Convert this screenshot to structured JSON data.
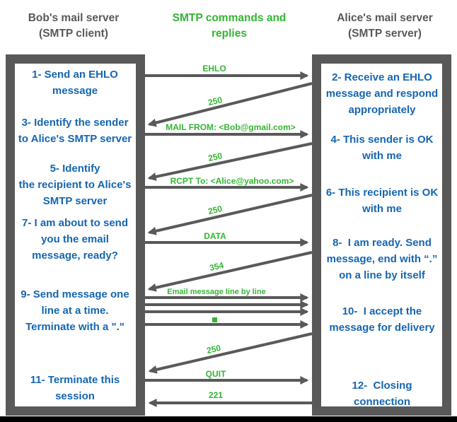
{
  "column_headers": {
    "client": [
      "Bob's mail server",
      "(SMTP client)"
    ],
    "middle": [
      "SMTP commands and",
      "replies"
    ],
    "server": [
      "Alice's mail server",
      "(SMTP server)"
    ]
  },
  "client_steps": [
    [
      "1- Send an EHLO",
      "message"
    ],
    [
      "3- Identify the sender",
      "to Alice's SMTP server"
    ],
    [
      "5- Identify",
      "the recipient to Alice's",
      "SMTP server"
    ],
    [
      "7- I am about to send",
      "you the email",
      "message, ready?"
    ],
    [
      "9- Send message one",
      "line at a time.",
      "Terminate with a \".\""
    ],
    [
      "11- Terminate this",
      "session"
    ]
  ],
  "server_steps": [
    [
      "2- Receive an EHLO",
      "message and respond",
      "appropriately"
    ],
    [
      "4- This sender is OK",
      "with me"
    ],
    [
      "6- This recipient is OK",
      "with me"
    ],
    [
      "8-  I am ready. Send",
      "message, end with “.”",
      "on a line by itself"
    ],
    [
      "10-  I accept the",
      "message for delivery"
    ],
    [
      "12-  Closing",
      "connection"
    ]
  ],
  "messages": [
    {
      "label": "EHLO",
      "direction": "client-to-server",
      "kind": "command"
    },
    {
      "label": "250",
      "direction": "server-to-client",
      "kind": "reply"
    },
    {
      "label": "MAIL FROM: <Bob@gmail.com>",
      "direction": "client-to-server",
      "kind": "command"
    },
    {
      "label": "250",
      "direction": "server-to-client",
      "kind": "reply"
    },
    {
      "label": "RCPT To: <Alice@yahoo.com>",
      "direction": "client-to-server",
      "kind": "command"
    },
    {
      "label": "250",
      "direction": "server-to-client",
      "kind": "reply"
    },
    {
      "label": "DATA",
      "direction": "client-to-server",
      "kind": "command"
    },
    {
      "label": "354",
      "direction": "server-to-client",
      "kind": "reply"
    },
    {
      "label": "Email message line by line",
      "direction": "client-to-server",
      "kind": "data",
      "arrow_count": 3
    },
    {
      "label": ".",
      "direction": "client-to-server",
      "kind": "terminator",
      "icon": "green-square"
    },
    {
      "label": "250",
      "direction": "server-to-client",
      "kind": "reply"
    },
    {
      "label": "QUIT",
      "direction": "client-to-server",
      "kind": "command"
    },
    {
      "label": "221",
      "direction": "server-to-client",
      "kind": "reply"
    }
  ],
  "colors": {
    "step_text_blue": "#1566b1",
    "label_green": "#33b533",
    "box_gray": "#595959",
    "bottom_bar_black": "#000000"
  }
}
